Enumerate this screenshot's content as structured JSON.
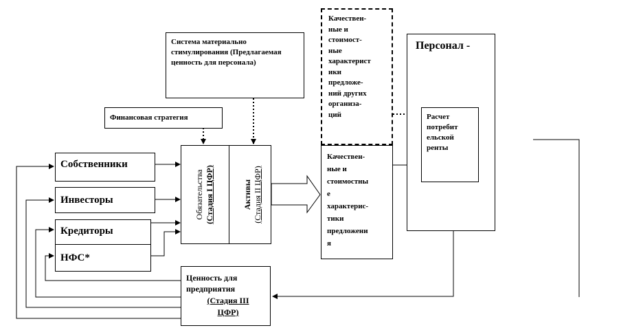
{
  "boxes": {
    "material_system": "Система материально стимулирования (Предлагаемая ценность для персонала)",
    "financial_strategy": "Финансовая стратегия",
    "owners": "Собственники",
    "investors": "Инвесторы",
    "creditors": "Кредиторы",
    "nfs": "НФС*",
    "obligations": "Обязательства",
    "obligations_stage": "(Стадия I ЦФР)",
    "assets": "Активы",
    "assets_stage": "(Стадия II ЦФР)",
    "quality_others": "Качествен-\nные и\nстоимост-\nные\nхарактерист\nики\nпредложе-\nний  других\nорганиза-\nций",
    "quality_offer": "Качествен-\nные и\nстоимостны\nе\nхарактерис-\nтики\nпредложени\nя",
    "personnel": "Персонал -",
    "consumer_rent": "Расчет\nпотребит\nельской\nренты",
    "enterprise_value": "Ценность для\nпредприятия",
    "enterprise_value_stage": "(Стадия III\nЦФР)"
  }
}
